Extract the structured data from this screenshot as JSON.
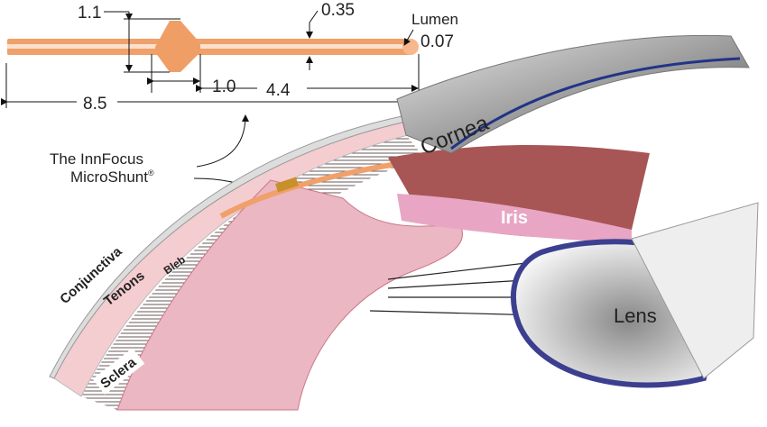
{
  "dimensions": {
    "bulb_height": "1.1",
    "tube_diameter": "0.35",
    "lumen_label": "Lumen",
    "lumen_diameter": "0.07",
    "bulb_width": "1.0",
    "distal_length": "4.4",
    "total_length": "8.5"
  },
  "device": {
    "line1": "The InnFocus",
    "line2": "MicroShunt",
    "mark": "®"
  },
  "anatomy": {
    "cornea": "Cornea",
    "iris": "Iris",
    "conjunctiva": "Conjunctiva",
    "tenons": "Tenons",
    "bleb": "Bleb",
    "sclera": "Sclera",
    "lens": "Lens"
  },
  "colors": {
    "shunt": "#f0a06a",
    "shunt_dark": "#e58a4c",
    "tissue": "#f2c4c8",
    "iris": "#9c4a4a",
    "lens_rim": "#3c3f8f"
  }
}
